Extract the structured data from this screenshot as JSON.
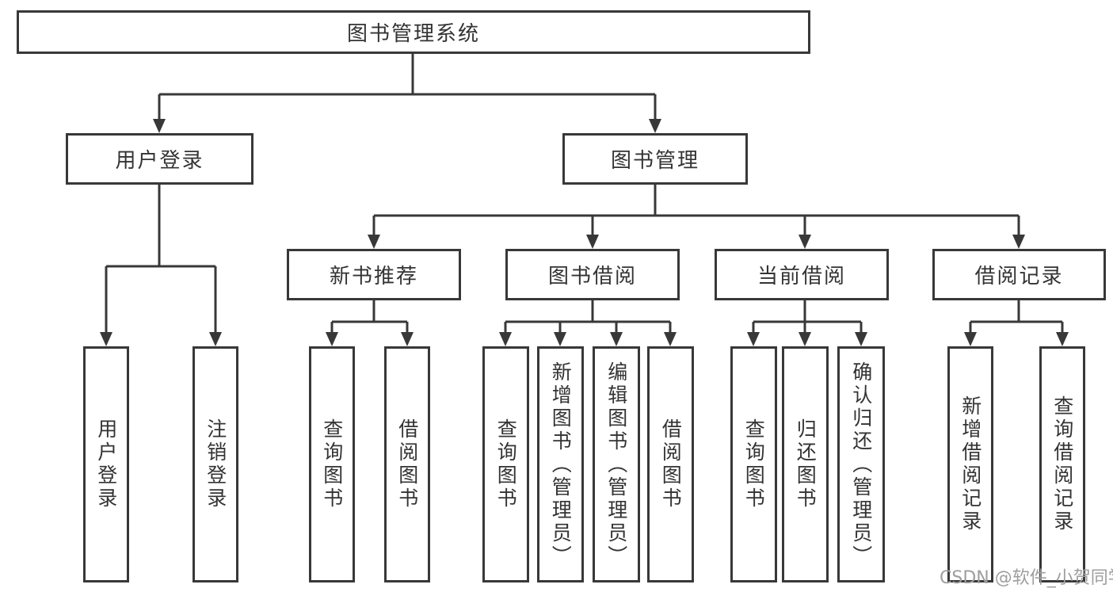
{
  "diagram": {
    "root": {
      "label": "图书管理系统"
    },
    "branches": [
      {
        "label": "用户登录",
        "children": [
          {
            "label": "用户登录"
          },
          {
            "label": "注销登录"
          }
        ]
      },
      {
        "label": "图书管理",
        "children": [
          {
            "label": "新书推荐",
            "children": [
              {
                "label": "查询图书"
              },
              {
                "label": "借阅图书"
              }
            ]
          },
          {
            "label": "图书借阅",
            "children": [
              {
                "label": "查询图书"
              },
              {
                "label": "新增图书（管理员）"
              },
              {
                "label": "编辑图书（管理员）"
              },
              {
                "label": "借阅图书"
              }
            ]
          },
          {
            "label": "当前借阅",
            "children": [
              {
                "label": "查询图书"
              },
              {
                "label": "归还图书"
              },
              {
                "label": "确认归还（管理员）"
              }
            ]
          },
          {
            "label": "借阅记录",
            "children": [
              {
                "label": "新增借阅记录"
              },
              {
                "label": "查询借阅记录"
              }
            ]
          }
        ]
      }
    ]
  },
  "watermark": {
    "text": "CSDN @软件_小贺同学"
  },
  "colors": {
    "line": "#383838",
    "text": "#333333",
    "watermark": "#9e9e9e",
    "background": "#ffffff"
  }
}
